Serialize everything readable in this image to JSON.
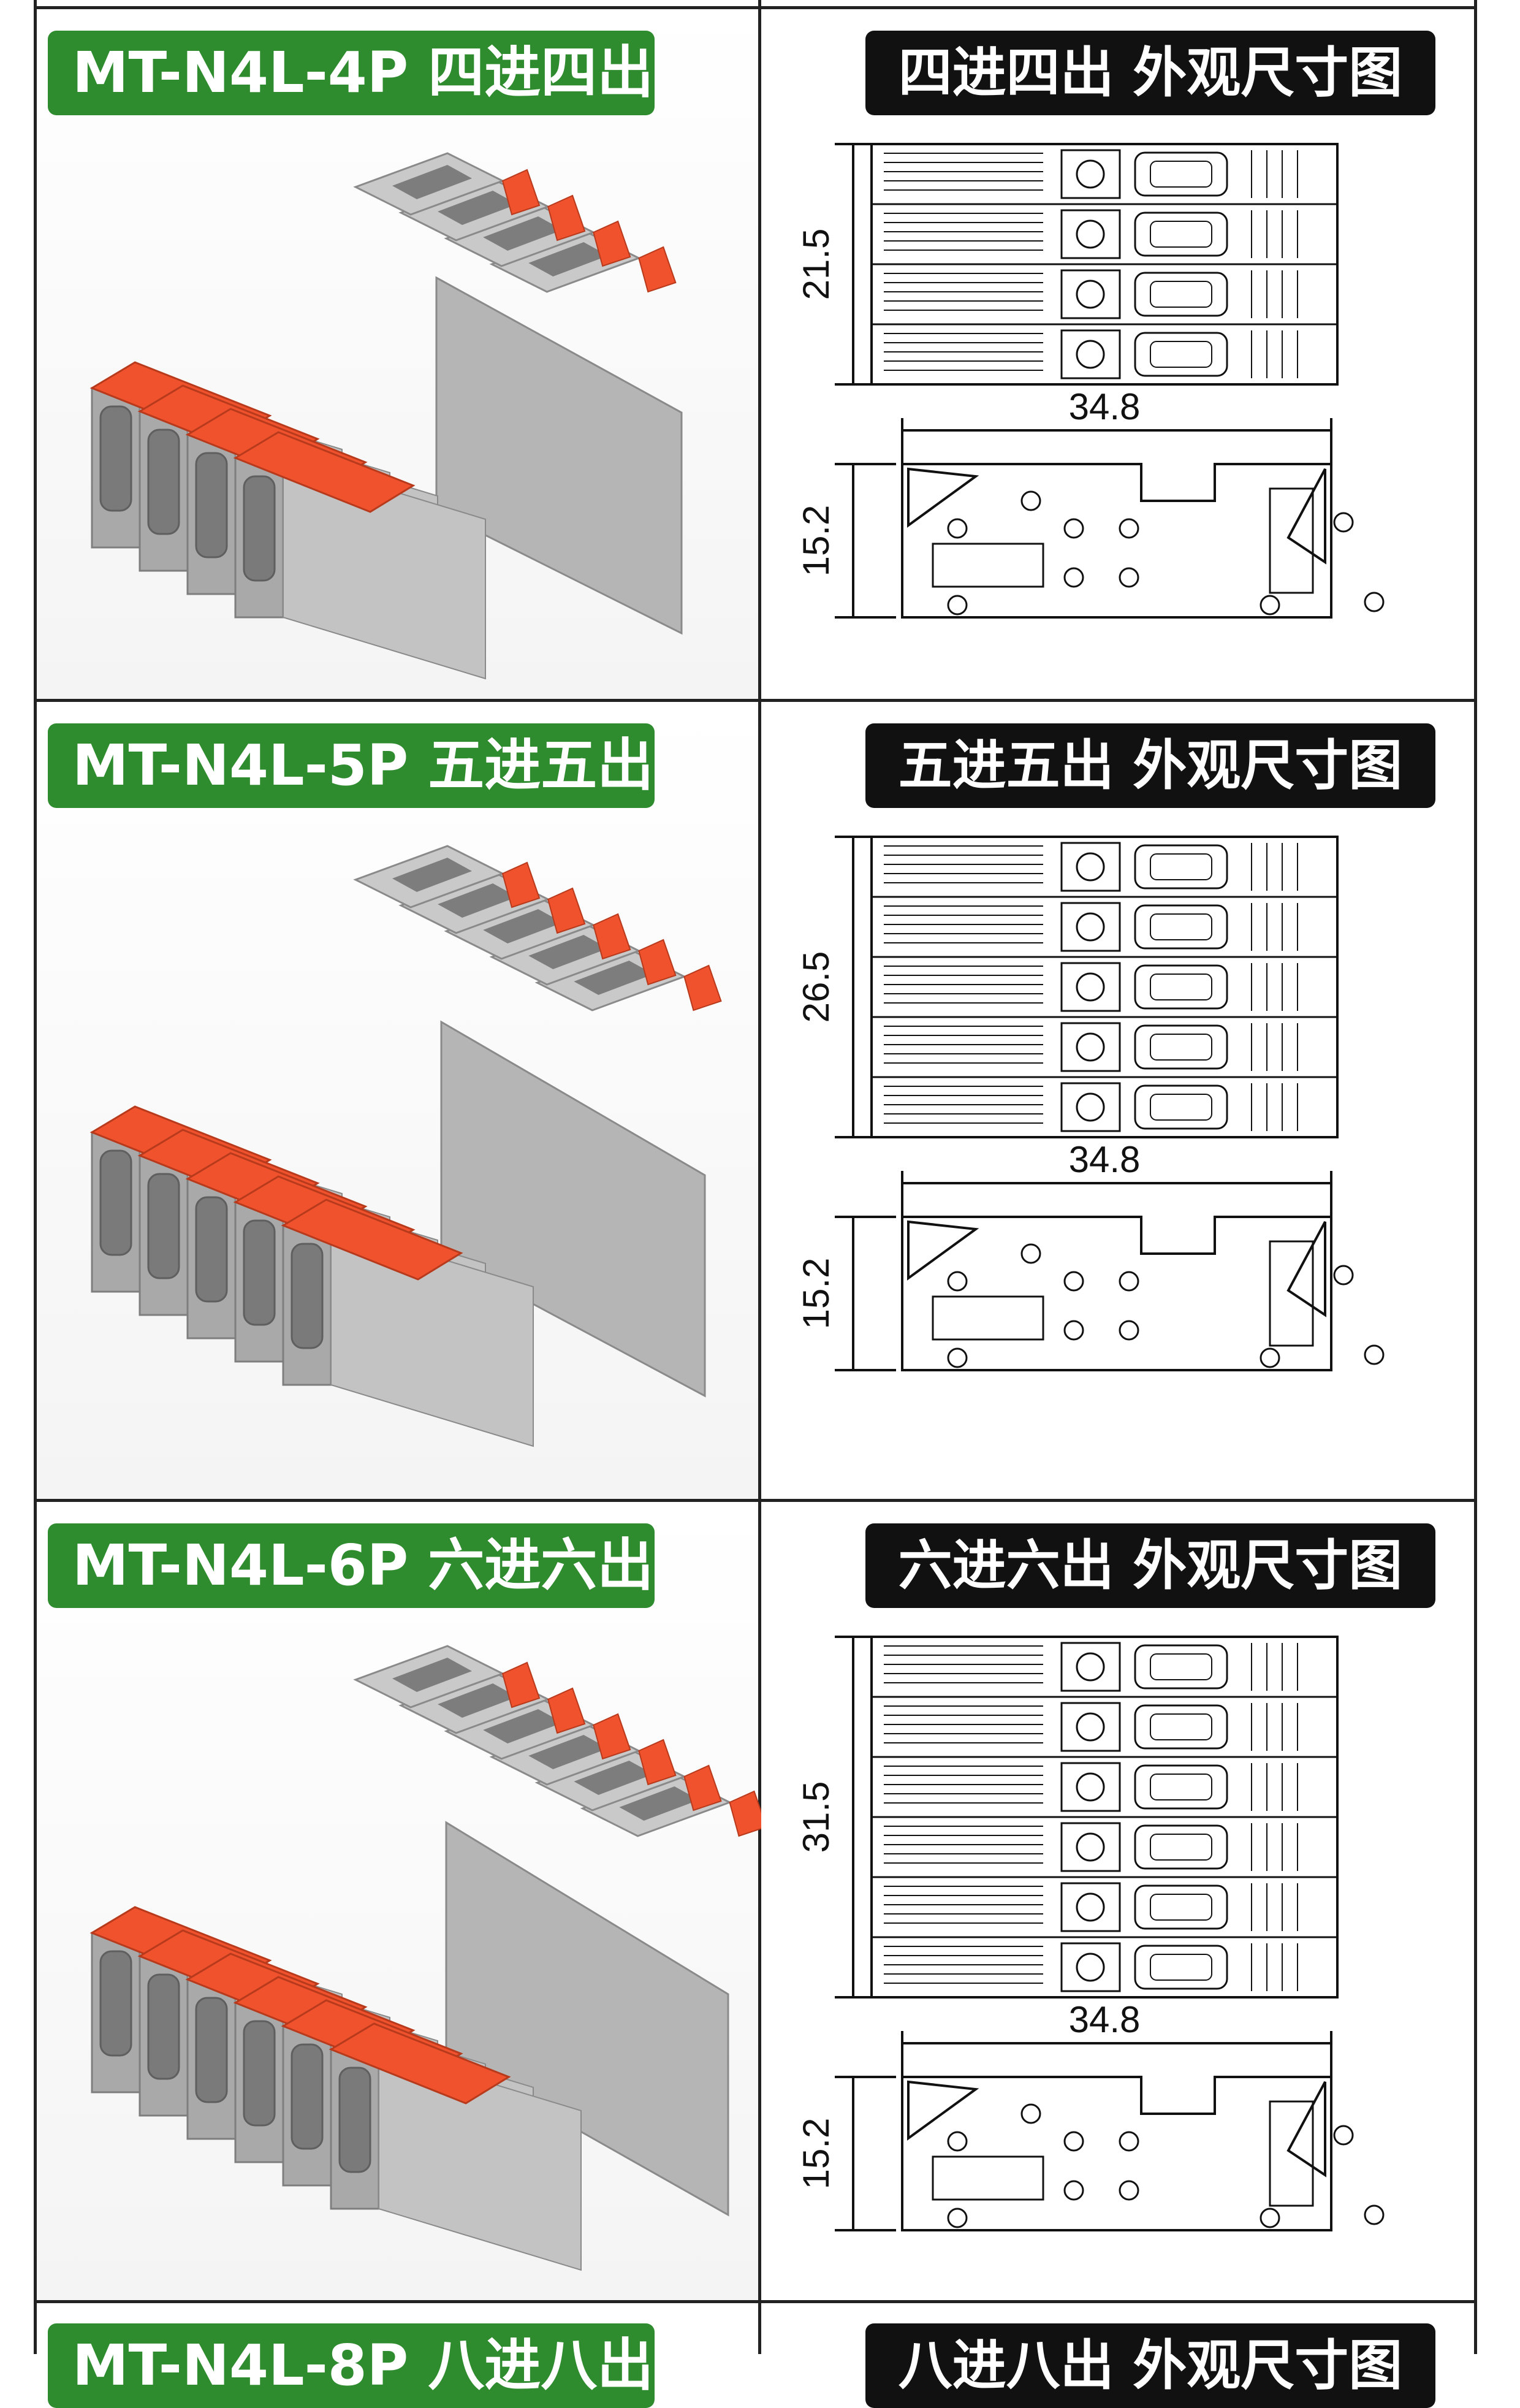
{
  "rows": [
    {
      "product_label": "MT-N4L-4P 四进四出",
      "drawing_title": "四进四出 外观尺寸图",
      "poles": 4,
      "dim_height": "21.5",
      "dim_width": "34.8",
      "dim_side": "15.2"
    },
    {
      "product_label": "MT-N4L-5P 五进五出",
      "drawing_title": "五进五出 外观尺寸图",
      "poles": 5,
      "dim_height": "26.5",
      "dim_width": "34.8",
      "dim_side": "15.2"
    },
    {
      "product_label": "MT-N4L-6P 六进六出",
      "drawing_title": "六进六出 外观尺寸图",
      "poles": 6,
      "dim_height": "31.5",
      "dim_width": "34.8",
      "dim_side": "15.2"
    }
  ],
  "next_row_partial": {
    "product_label": "MT-N4L-8P 八进八出",
    "drawing_title": "八进八出 外观尺寸图"
  },
  "colors": {
    "label_green": "#2e8b2e",
    "title_black": "#111111",
    "lever_orange": "#f0522d",
    "housing_grey": "#a9a9a9"
  }
}
